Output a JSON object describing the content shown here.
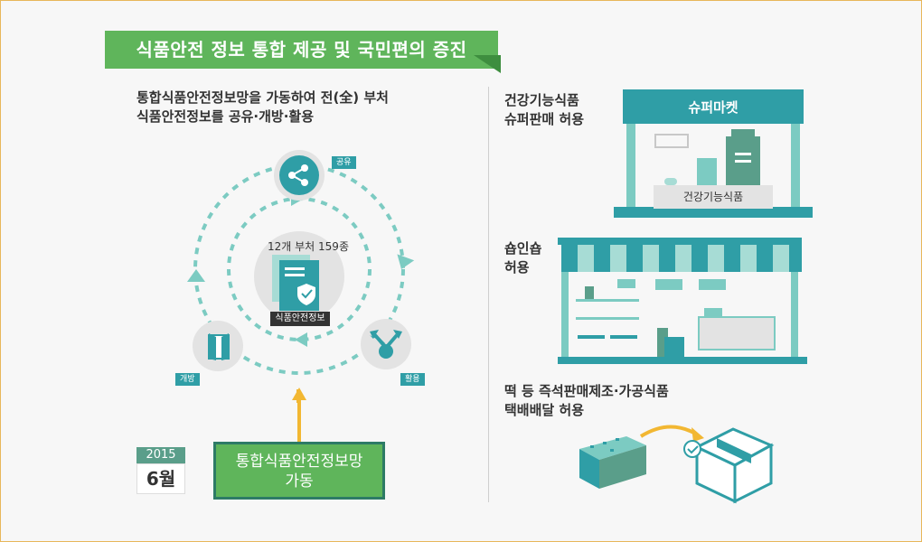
{
  "banner": {
    "title": "식품안전 정보 통합 제공 및 국민편의 증진"
  },
  "left": {
    "desc_line1": "통합식품안전정보망을 가동하여 전(全) 부처",
    "desc_line2": "식품안전정보를 공유·개방·활용",
    "tag_share": "공유",
    "tag_open": "개방",
    "tag_use": "활용",
    "center_count": "12개 부처 159종",
    "center_label": "식품안전정보",
    "calendar_year": "2015",
    "calendar_month": "6월",
    "launch_line1": "통합식품안전정보망",
    "launch_line2": "가동"
  },
  "right": {
    "item1_line1": "건강기능식품",
    "item1_line2": "슈퍼판매 허용",
    "store_sign": "슈퍼마켓",
    "store_shelf_label": "건강기능식품",
    "item2_line1": "숍인숍",
    "item2_line2": "허용",
    "item3_line1": "떡 등 즉석판매제조·가공식품",
    "item3_line2": "택배배달 허용"
  },
  "colors": {
    "green": "#5fb55b",
    "teal": "#2f9ea6",
    "mint": "#7ccbc2",
    "dark_green": "#2d7b66"
  }
}
